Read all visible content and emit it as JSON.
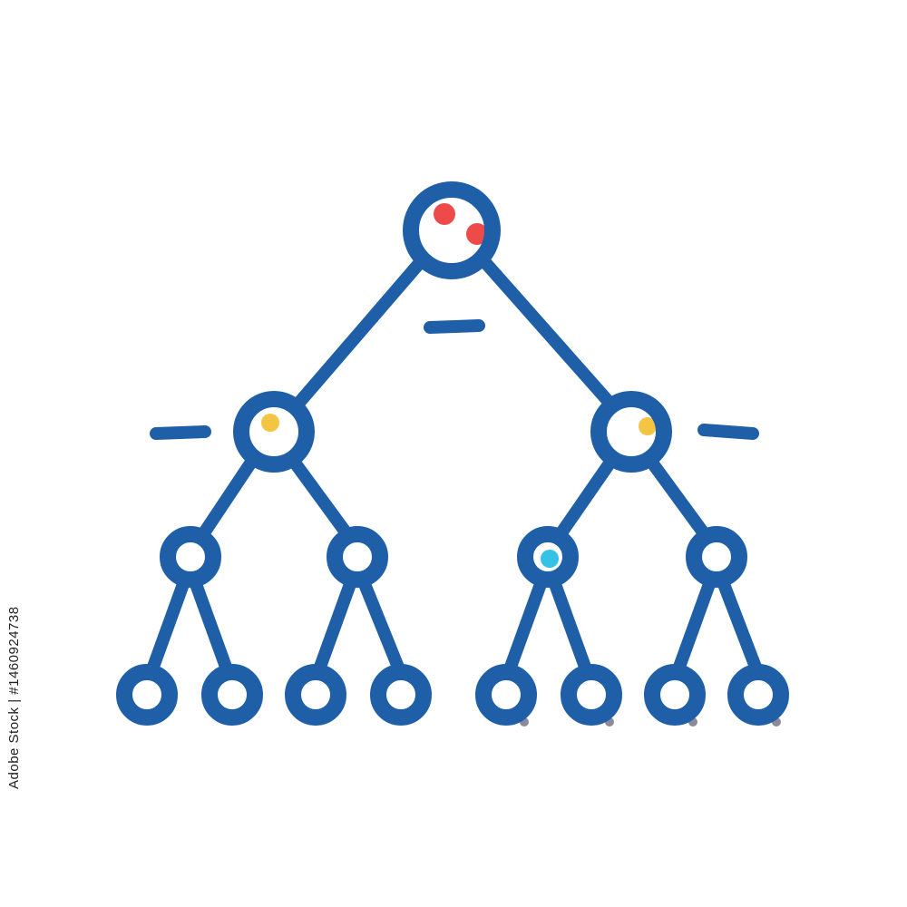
{
  "watermark": {
    "stock_id": "Adobe Stock | #1460924738"
  },
  "colors": {
    "line": "#1f5fa8",
    "root_accent": "#ef4a4a",
    "level1_accent": "#f4c542",
    "level2_accent": "#34c3e6",
    "leaf_shadow": "#8a8a9a",
    "background": "#ffffff"
  },
  "diagram": {
    "type": "binary-tree-icon",
    "levels": 4,
    "node_counts": [
      1,
      2,
      4,
      8
    ]
  }
}
